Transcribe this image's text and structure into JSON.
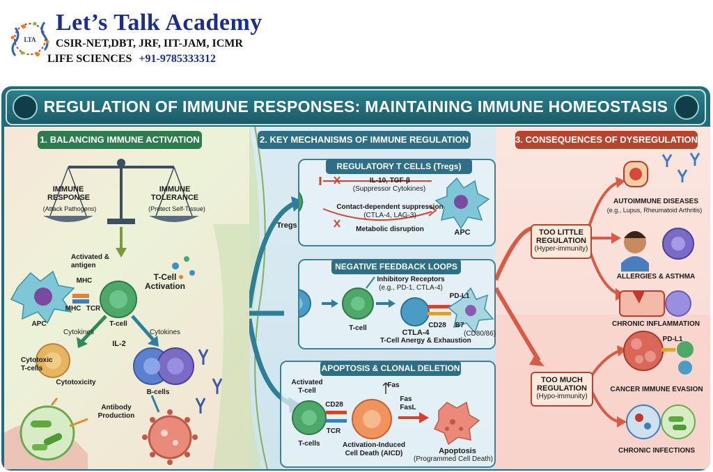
{
  "header": {
    "brand": "Let’s Talk Academy",
    "exams": "CSIR-NET,DBT, JRF, IIT-JAM, ICMR",
    "subject": "LIFE SCIENCES",
    "phone": "+91-9785333312",
    "logo_text": "LTA"
  },
  "title": "REGULATION OF IMMUNE RESPONSES: MAINTAINING IMMUNE HOMEOSTASIS",
  "section1": {
    "heading": "1. BALANCING IMMUNE ACTIVATION",
    "immune_response": "IMMUNE RESPONSE",
    "immune_response_sub": "(Attack Pathogens)",
    "immune_tolerance": "IMMUNE TOLERANCE",
    "immune_tolerance_sub": "(Protect Self-Tissue)",
    "activated": "Activated & antigen",
    "apc": "APC",
    "mhc1": "MHC",
    "mhc2": "MHC",
    "tcr": "TCR",
    "tcell": "T-cell",
    "tcell_activation": "T-Cell Activation",
    "cytokines_left": "Cytokines",
    "cytokines_right": "Cytokines",
    "il2": "IL-2",
    "cytotoxic": "Cytotoxic T-cells",
    "cytotoxicity": "Cytotoxicity",
    "bcells": "B-cells",
    "antibody": "Antibody Production"
  },
  "section2": {
    "heading": "2. KEY MECHANISMS OF IMMUNE REGULATION",
    "tregs_box": {
      "title": "REGULATORY T CELLS (Tregs)",
      "cytokines": "IL-10, TGF-β",
      "cytokines_sub": "(Suppressor Cytokines)",
      "contact": "Contact-dependent suppression",
      "contact_sub": "(CTLA-4, LAG-3)",
      "metabolic": "Metabolic disruption",
      "tregs": "Tregs",
      "apc": "APC"
    },
    "feedback_box": {
      "title": "NEGATIVE FEEDBACK LOOPS",
      "inhibitory": "Inhibitory Receptors",
      "inhibitory_sub": "(e.g., PD-1, CTLA-4)",
      "pdl1": "PD-L1",
      "cd28": "CD28",
      "b7": "B7",
      "cd8086": "(CD80/86)",
      "tcell": "T-cell",
      "ctla4": "CTLA-4",
      "anergy": "T-Cell Anergy & Exhaustion"
    },
    "apoptosis_box": {
      "title": "APOPTOSIS & CLONAL DELETION",
      "activated": "Activated T-cell",
      "cd28": "CD28",
      "tcr": "TCR",
      "fas1": "Fas",
      "fas2": "Fas",
      "fasl": "FasL",
      "tcells": "T-cells",
      "aicd": "Activation-Induced Cell Death (AICD)",
      "apoptosis": "Apoptosis",
      "apoptosis_sub": "(Programmed Cell Death)"
    }
  },
  "section3": {
    "heading": "3. CONSEQUENCES OF DYSREGULATION",
    "too_little": "TOO LITTLE REGULATION",
    "too_little_sub": "(Hyper-immunity)",
    "too_much": "TOO MUCH REGULATION",
    "too_much_sub": "(Hypo-immunity)",
    "autoimmune": "AUTOIMMUNE DISEASES",
    "autoimmune_sub": "(e.g., Lupus, Rheumatoid Arthritis)",
    "allergies": "ALLERGIES & ASTHMA",
    "inflammation": "CHRONIC INFLAMMATION",
    "cancer": "CANCER IMMUNE EVASION",
    "pdl1": "PD-L1",
    "infections": "CHRONIC INFECTIONS"
  },
  "colors": {
    "green_pill": "#2e7b4f",
    "blue_pill": "#2f6f86",
    "red_pill": "#b5452f",
    "frame": "#1f6c7a"
  }
}
